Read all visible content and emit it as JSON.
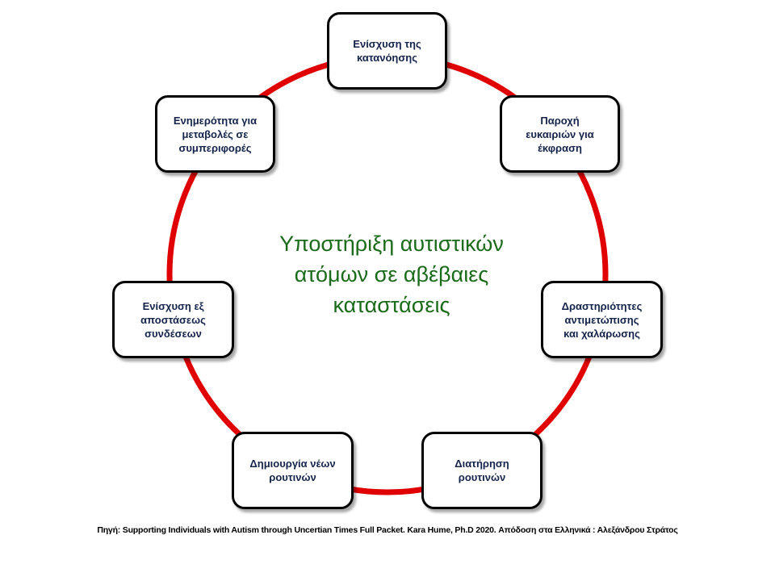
{
  "diagram": {
    "ring_color": "#e00000",
    "node_text_color": "#14234a",
    "center_text_color": "#1a6b1a",
    "center_title": {
      "lines": [
        "Υποστήριξη αυτιστικών",
        "ατόμων σε αβέβαιες",
        "καταστάσεις"
      ]
    },
    "nodes": [
      {
        "lines": [
          "Ενίσχυση της",
          "κατανόησης"
        ]
      },
      {
        "lines": [
          "Παροχή",
          "ευκαιριών για",
          "έκφραση"
        ]
      },
      {
        "lines": [
          "Δραστηριότητες",
          "αντιμετώπισης",
          "και χαλάρωσης"
        ]
      },
      {
        "lines": [
          "Διατήρηση",
          "ρουτινών"
        ]
      },
      {
        "lines": [
          "Δημιουργία νέων",
          "ρουτινών"
        ]
      },
      {
        "lines": [
          "Ενίσχυση εξ",
          "αποστάσεως",
          "συνδέσεων"
        ]
      },
      {
        "lines": [
          "Ενημερότητα για",
          "μεταβολές σε",
          "συμπεριφορές"
        ]
      }
    ]
  },
  "footer": {
    "source": "Πηγή: Supporting Individuals with Autism through Uncertian Times Full Packet. Kara Hume, Ph.D 2020.  Απόδοση στα Ελληνικά : Αλεξάνδρου Στράτος"
  }
}
